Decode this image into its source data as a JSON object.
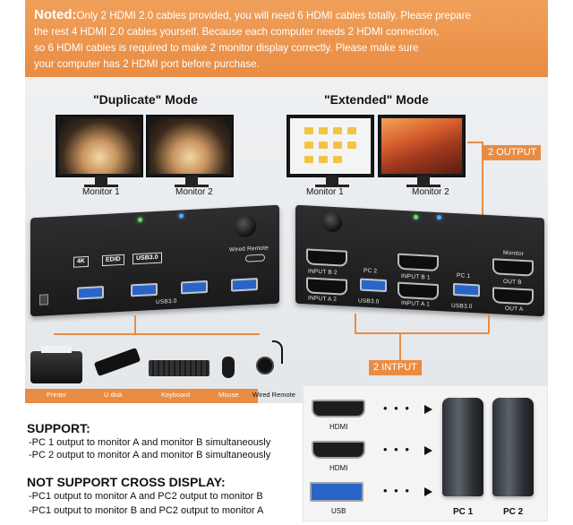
{
  "note": {
    "prefix": "Noted:",
    "lines": [
      "Only 2 HDMI 2.0 cables provided, you will need 6 HDMI cables totally. Please prepare",
      "the rest 4 HDMI 2.0 cables yourself. Because each computer needs 2 HDMI connection,",
      "so 6 HDMI cables is required to make 2 monitor display correctly. Please make sure",
      "your computer has 2 HDMI port before purchase."
    ]
  },
  "modes": {
    "duplicate": "\"Duplicate\" Mode",
    "extended": "\"Extended\" Mode"
  },
  "monitors": {
    "dup_1": "Monitor 1",
    "dup_2": "Monitor 2",
    "ext_1": "Monitor 1",
    "ext_2": "Monitor 2"
  },
  "front_panel": {
    "badge_4k": "4K",
    "badge_edid": "EDID",
    "badge_usb": "USB3.0",
    "wired_remote": "Wired Remote",
    "usb_label": "USB3.0"
  },
  "rear_panel": {
    "monitor": "Monitor",
    "input_b2": "INPUT B 2",
    "input_b1": "INPUT B 1",
    "pc2": "PC 2",
    "pc1": "PC 1",
    "outb": "OUT B",
    "outa": "OUT A",
    "input_a2": "INPUT A 2",
    "input_a1": "INPUT A 1",
    "usb_a": "USB3.0",
    "usb_b": "USB3.0"
  },
  "tags": {
    "output": "2 OUTPUT",
    "input": "2 INTPUT"
  },
  "peripherals": {
    "printer": "Printer",
    "udisk": "U disk",
    "keyboard": "Keyboard",
    "mouse": "Mouse",
    "wired_remote": "Wired Remote"
  },
  "support": {
    "heading": "SUPPORT:",
    "line1": "-PC 1 output to monitor A and monitor B simultaneously",
    "line2": "-PC 2 output to monitor A and monitor B simultaneously"
  },
  "not_support": {
    "heading": "NOT SUPPORT CROSS DISPLAY:",
    "line1": "-PC1 output to monitor A and PC2 output to monitor B",
    "line2": "-PC1 output to monitor B and PC2 output to monitor A"
  },
  "connections": {
    "hdmi_1": "HDMI",
    "hdmi_2": "HDMI",
    "usb": "USB",
    "dots": "• • •",
    "pc1": "PC 1",
    "pc2": "PC 2"
  },
  "colors": {
    "accent": "#e98c43",
    "usb_blue": "#2a64c9"
  }
}
